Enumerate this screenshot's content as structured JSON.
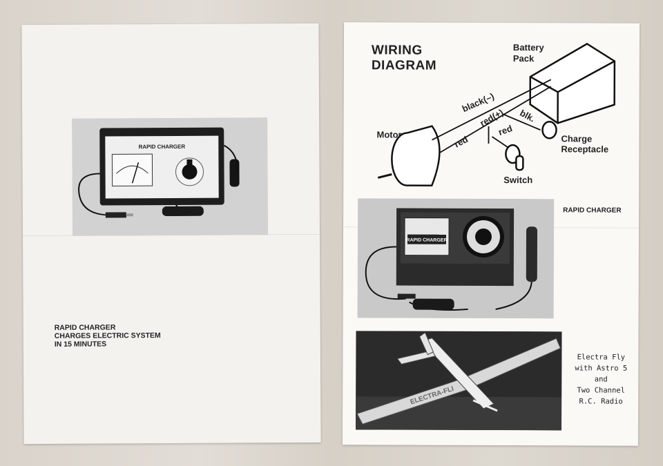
{
  "left_sheet": {
    "caption_lines": [
      "RAPID CHARGER",
      "CHARGES ELECTRIC SYSTEM",
      "IN 15 MINUTES"
    ],
    "photo_charger_label": "RAPID CHARGER"
  },
  "right_sheet": {
    "wiring_title_lines": [
      "WIRING",
      "DIAGRAM"
    ],
    "diagram_labels": {
      "battery_pack": [
        "Battery",
        "Pack"
      ],
      "motor": "Motor",
      "black": "black(–)",
      "red_plus": "red(+)",
      "blk": "blk.",
      "red_a": "red",
      "red_b": "red",
      "charge_receptacle": [
        "Charge",
        "Receptacle"
      ],
      "switch": "Switch"
    },
    "rapid_charger_caption": "RAPID CHARGER",
    "photo_charger_label": "RAPID CHARGER",
    "airplane_caption_lines": [
      "Electra Fly",
      "with Astro 5",
      "and",
      "Two Channel",
      "R.C. Radio"
    ],
    "airplane_wing_text": "ELECTRA-FLI"
  }
}
